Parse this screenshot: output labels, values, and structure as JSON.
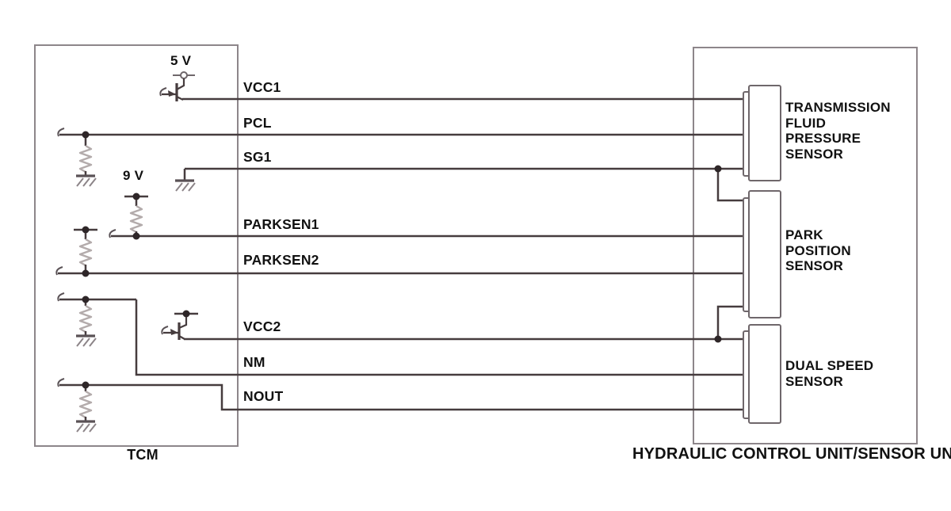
{
  "labels": {
    "tcm": "TCM",
    "hydraulic_unit": "HYDRAULIC CONTROL UNIT/SENSOR UNIT",
    "supply_5v": "5 V",
    "supply_9v": "9 V"
  },
  "signals": {
    "vcc1": "VCC1",
    "pcl": "PCL",
    "sg1": "SG1",
    "parksen1": "PARKSEN1",
    "parksen2": "PARKSEN2",
    "vcc2": "VCC2",
    "nm": "NM",
    "nout": "NOUT"
  },
  "sensors": {
    "tfp": "TRANSMISSION\nFLUID\nPRESSURE\nSENSOR",
    "park": "PARK\nPOSITION\nSENSOR",
    "dual_speed": "DUAL SPEED\nSENSOR"
  },
  "symbols": [
    "resistor-spring-icon",
    "ground-icon",
    "pnp-transistor-icon",
    "supply-terminal-icon",
    "junction-dot-icon",
    "wire-end-hook-icon",
    "connector-plug-icon"
  ],
  "colors": {
    "background": "#ffffff",
    "wire": "#463c3e",
    "box_border": "#8d868a",
    "connector_border": "#6f676b",
    "resistor_spring": "#b3abab",
    "ground_hatch": "#8c8488",
    "text": "#111111"
  }
}
